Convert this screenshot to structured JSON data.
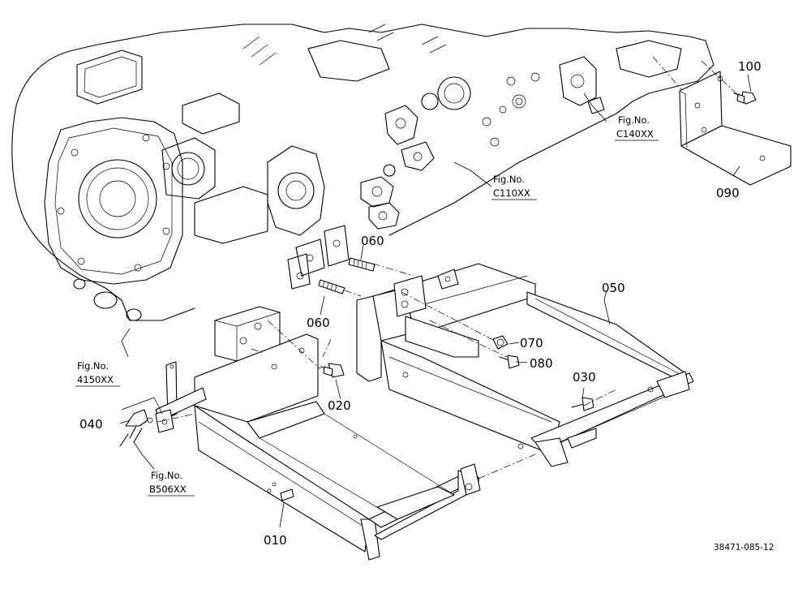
{
  "parts": [
    {
      "number": "010",
      "label": "010"
    },
    {
      "number": "020",
      "label": "020"
    },
    {
      "number": "030",
      "label": "030"
    },
    {
      "number": "040",
      "label": "040"
    },
    {
      "number": "050",
      "label": "050"
    },
    {
      "number": "060",
      "label": "060"
    },
    {
      "number": "060",
      "label": "060"
    },
    {
      "number": "070",
      "label": "070"
    },
    {
      "number": "080",
      "label": "080"
    },
    {
      "number": "090",
      "label": "090"
    },
    {
      "number": "100",
      "label": "100"
    }
  ],
  "figure_refs": [
    {
      "prefix": "Fig.No.",
      "code": "C140XX"
    },
    {
      "prefix": "Fig.No.",
      "code": "C110XX"
    },
    {
      "prefix": "Fig.No.",
      "code": "4150XX"
    },
    {
      "prefix": "Fig.No.",
      "code": "B506XX"
    }
  ],
  "drawing_code": "38471-085-12"
}
